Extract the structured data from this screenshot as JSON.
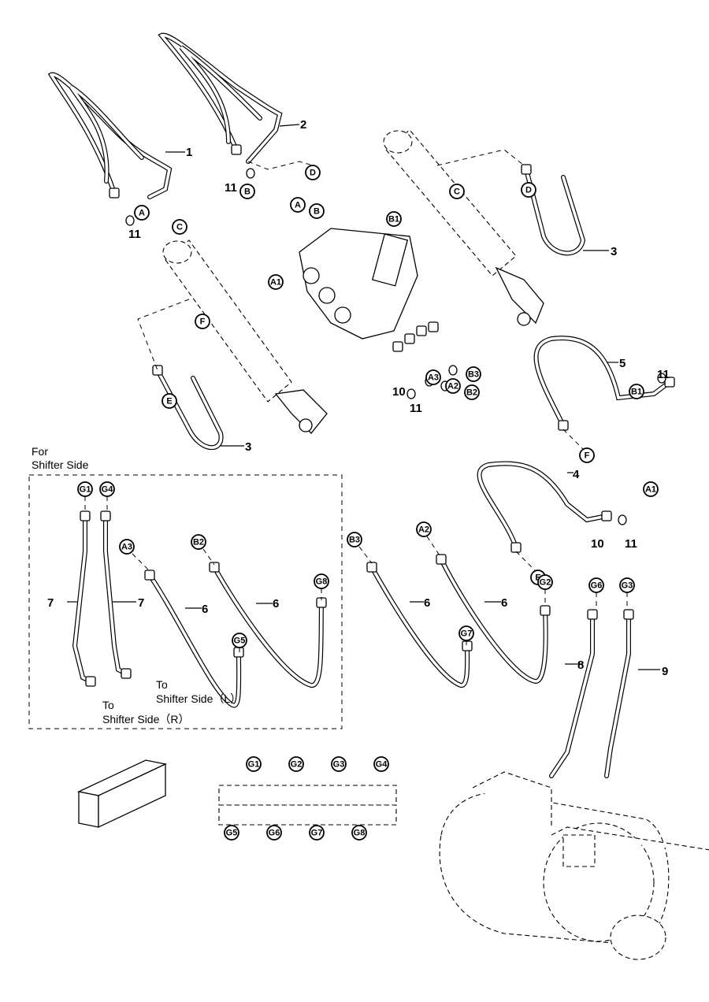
{
  "callouts": [
    "A",
    "C",
    "B",
    "D",
    "A",
    "B",
    "B1",
    "A1",
    "C",
    "D",
    "F",
    "E",
    "A3",
    "A2",
    "B2",
    "B3",
    "B1",
    "F",
    "A1",
    "E",
    "G1",
    "G4",
    "A3",
    "B2",
    "G5",
    "G8",
    "B3",
    "A2",
    "G7",
    "G2",
    "G6",
    "G3",
    "G1",
    "G2",
    "G3",
    "G4",
    "G5",
    "G6",
    "G7",
    "G8"
  ],
  "part_numbers": [
    "1",
    "2",
    "3",
    "3",
    "11",
    "11",
    "10",
    "11",
    "5",
    "11",
    "4",
    "10",
    "11",
    "7",
    "7",
    "6",
    "6",
    "6",
    "6",
    "8",
    "9"
  ],
  "notes": {
    "for": "For",
    "shifter_side": "Shifter Side",
    "to_l": "To",
    "shifter_side_l": "Shifter Side（L）",
    "to_r": "To",
    "shifter_side_r": "Shifter Side（R）"
  }
}
